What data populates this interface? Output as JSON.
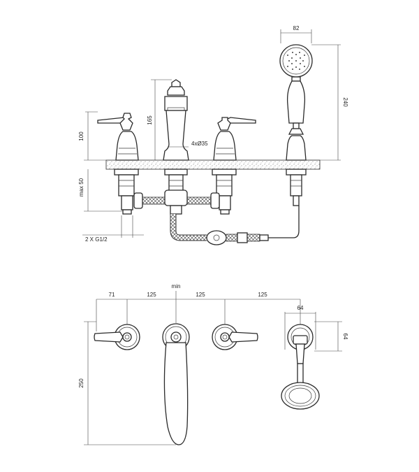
{
  "side_view": {
    "dim_handspray_width": "82",
    "dim_handspray_height": "240",
    "dim_spout_height": "165",
    "dim_handle_height": "100",
    "dim_hole_diameter": "4xØ35",
    "dim_below_deck": "max 50",
    "dim_connection": "2 X G1/2"
  },
  "top_view": {
    "dim_offset_left": "71",
    "dim_spacing_1": "125",
    "dim_min": "min",
    "dim_spacing_2": "125",
    "dim_spacing_3": "125",
    "dim_shower_base": "64",
    "dim_shower_depth": "64",
    "dim_spout_reach": "250"
  }
}
